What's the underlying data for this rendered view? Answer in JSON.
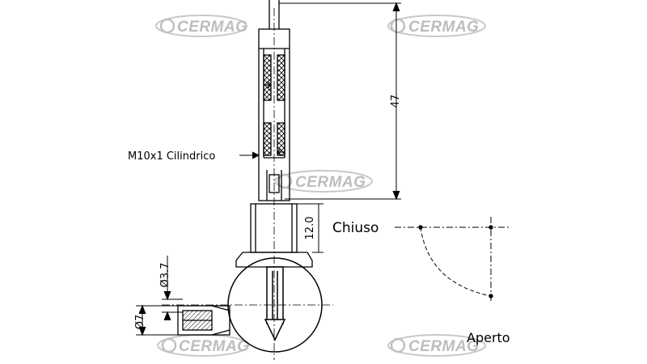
{
  "drawing": {
    "thread_label": "M10x1 Cilindrico",
    "dim_length": "47",
    "dim_height": "12.0",
    "dim_bore": "Ø3.7",
    "dim_outlet": "Ø7",
    "position_closed": "Chiuso",
    "position_open": "Aperto"
  },
  "watermark": {
    "text": "CERMAG",
    "color": "#bdbdbd"
  }
}
